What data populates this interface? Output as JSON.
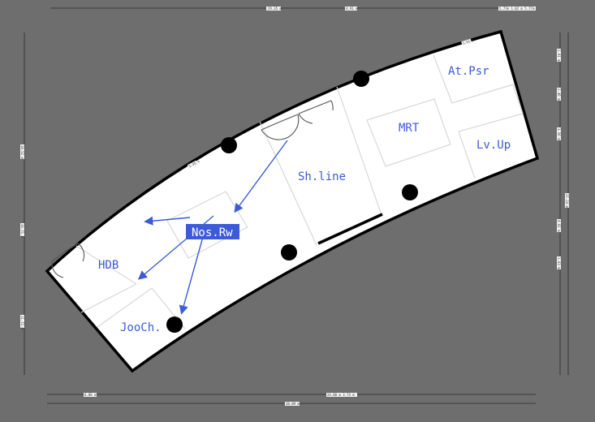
{
  "rooms": {
    "at_psr": "At.Psr",
    "mrt": "MRT",
    "lv_up": "Lv.Up",
    "sh_line": "Sh.line",
    "hdb": "HDB",
    "joo_ch": "JooCh.",
    "nos_rw": "Nos.Rw"
  },
  "colors": {
    "background": "#6e6e6e",
    "floor": "#ffffff",
    "wall": "#000000",
    "label": "#3d5bd6",
    "highlight": "#3d5bd6"
  },
  "dimensions": {
    "top_1": "29.35 m",
    "top_2": "4.91 m",
    "top_3": "5.77m 1.02 m 5.77m",
    "left_1": "18.52 m",
    "left_2": "10.71 m",
    "left_3": "11.72 m",
    "right_1": "2.91 m",
    "right_2": "2.46 m",
    "right_3": "3.56 m",
    "right_4": "27.24 m",
    "right_5": "4.81 m",
    "right_6": "1.03 m",
    "bottom_1": "6.86 m",
    "bottom_2": "24.80 m  3.74 m",
    "bottom_3": "38.09 m",
    "wall_tag_1": "1.35 m",
    "wall_tag_2": "1.51 m"
  }
}
